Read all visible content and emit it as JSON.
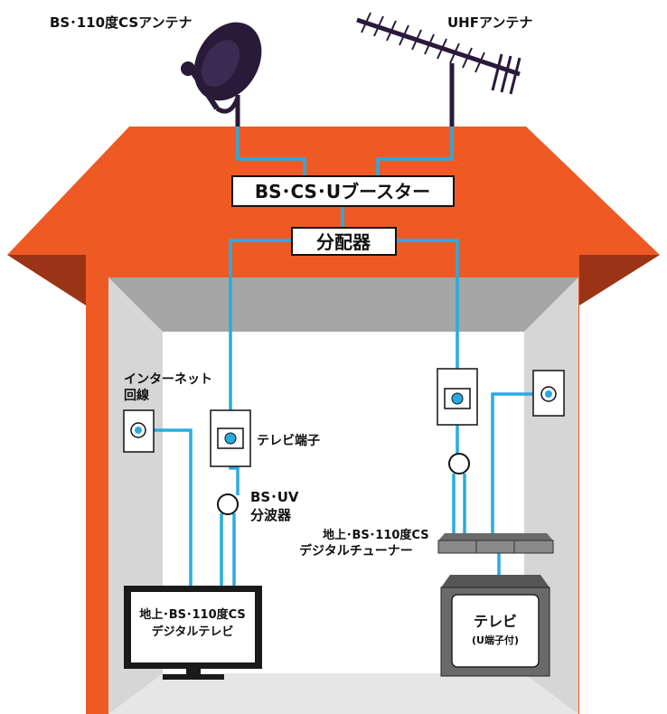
{
  "labels": {
    "dish": "BS･110度CSアンテナ",
    "uhf": "UHFアンテナ",
    "booster": "BS･CS･Uブースター",
    "splitter": "分配器",
    "internet_line1": "インターネット",
    "internet_line2": "回線",
    "tv_terminal": "テレビ端子",
    "bsuv_line1": "BS･UV",
    "bsuv_line2": "分波器",
    "tuner_line1": "地上･BS･110度CS",
    "tuner_line2": "デジタルチューナー",
    "digital_tv_line1": "地上･BS･110度CS",
    "digital_tv_line2": "デジタルテレビ",
    "tv_main": "テレビ",
    "tv_sub": "(U端子付)"
  },
  "colors": {
    "roof": "#ef5a24",
    "roof_dark": "#9b3316",
    "wall_gray": "#c8c8c8",
    "wall_light": "#e6e6e6",
    "cable": "#29abe2",
    "antenna": "#2a1a3a"
  }
}
